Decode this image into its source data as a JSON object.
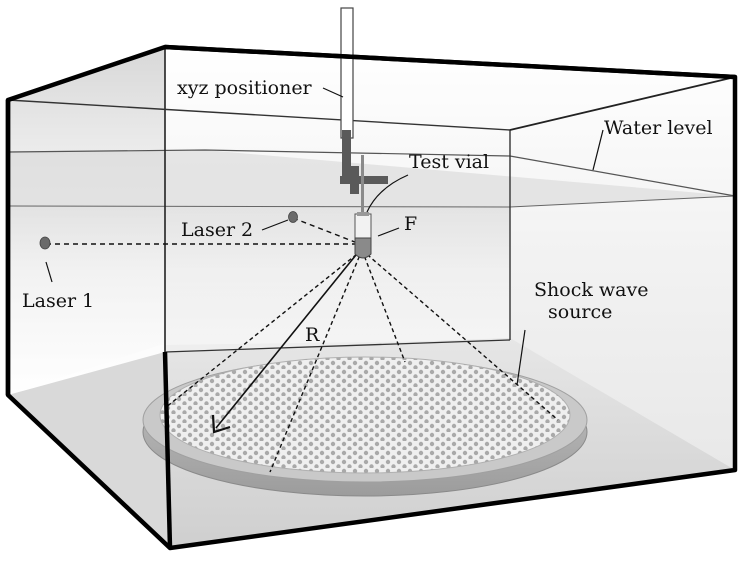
{
  "labels": {
    "xyz_positioner": "xyz positioner",
    "test_vial": "Test vial",
    "water_level": "Water level",
    "laser_2": "Laser 2",
    "laser_1": "Laser 1",
    "focus": "F",
    "radius": "R",
    "shock_wave_source_line1": "Shock wave",
    "shock_wave_source_line2": "source"
  },
  "colors": {
    "tank_frame": "#000000",
    "water_top": "#e2e2e2",
    "water_bottom": "#ffffff",
    "floor": "#dcdcdc",
    "positioner": "#5a5a5a",
    "source_rim": "#b8b8b8",
    "source_surface": "#ececec",
    "laser_dot": "#6a6a6a"
  },
  "icons": {
    "laser_1": "laser-dot-icon",
    "laser_2": "laser-dot-icon",
    "test_vial": "vial-icon",
    "source_holes": "perforated-disc-pattern"
  }
}
